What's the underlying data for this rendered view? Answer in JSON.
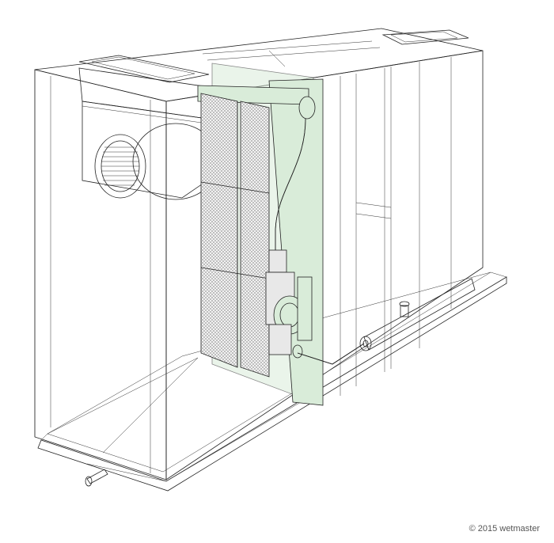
{
  "illustration": {
    "copyright": "© 2015 wetmaster",
    "colors": {
      "accent_green": "#d9ecd9",
      "line": "#222222",
      "media": "#cfcfcf"
    },
    "parts": [
      "unit-casing",
      "blower-fan",
      "fan-housing-duct",
      "wetted-media-panels",
      "green-frame",
      "supply-pipe",
      "pump-assembly",
      "drain-pan",
      "drain-pipe",
      "service-valve"
    ]
  }
}
